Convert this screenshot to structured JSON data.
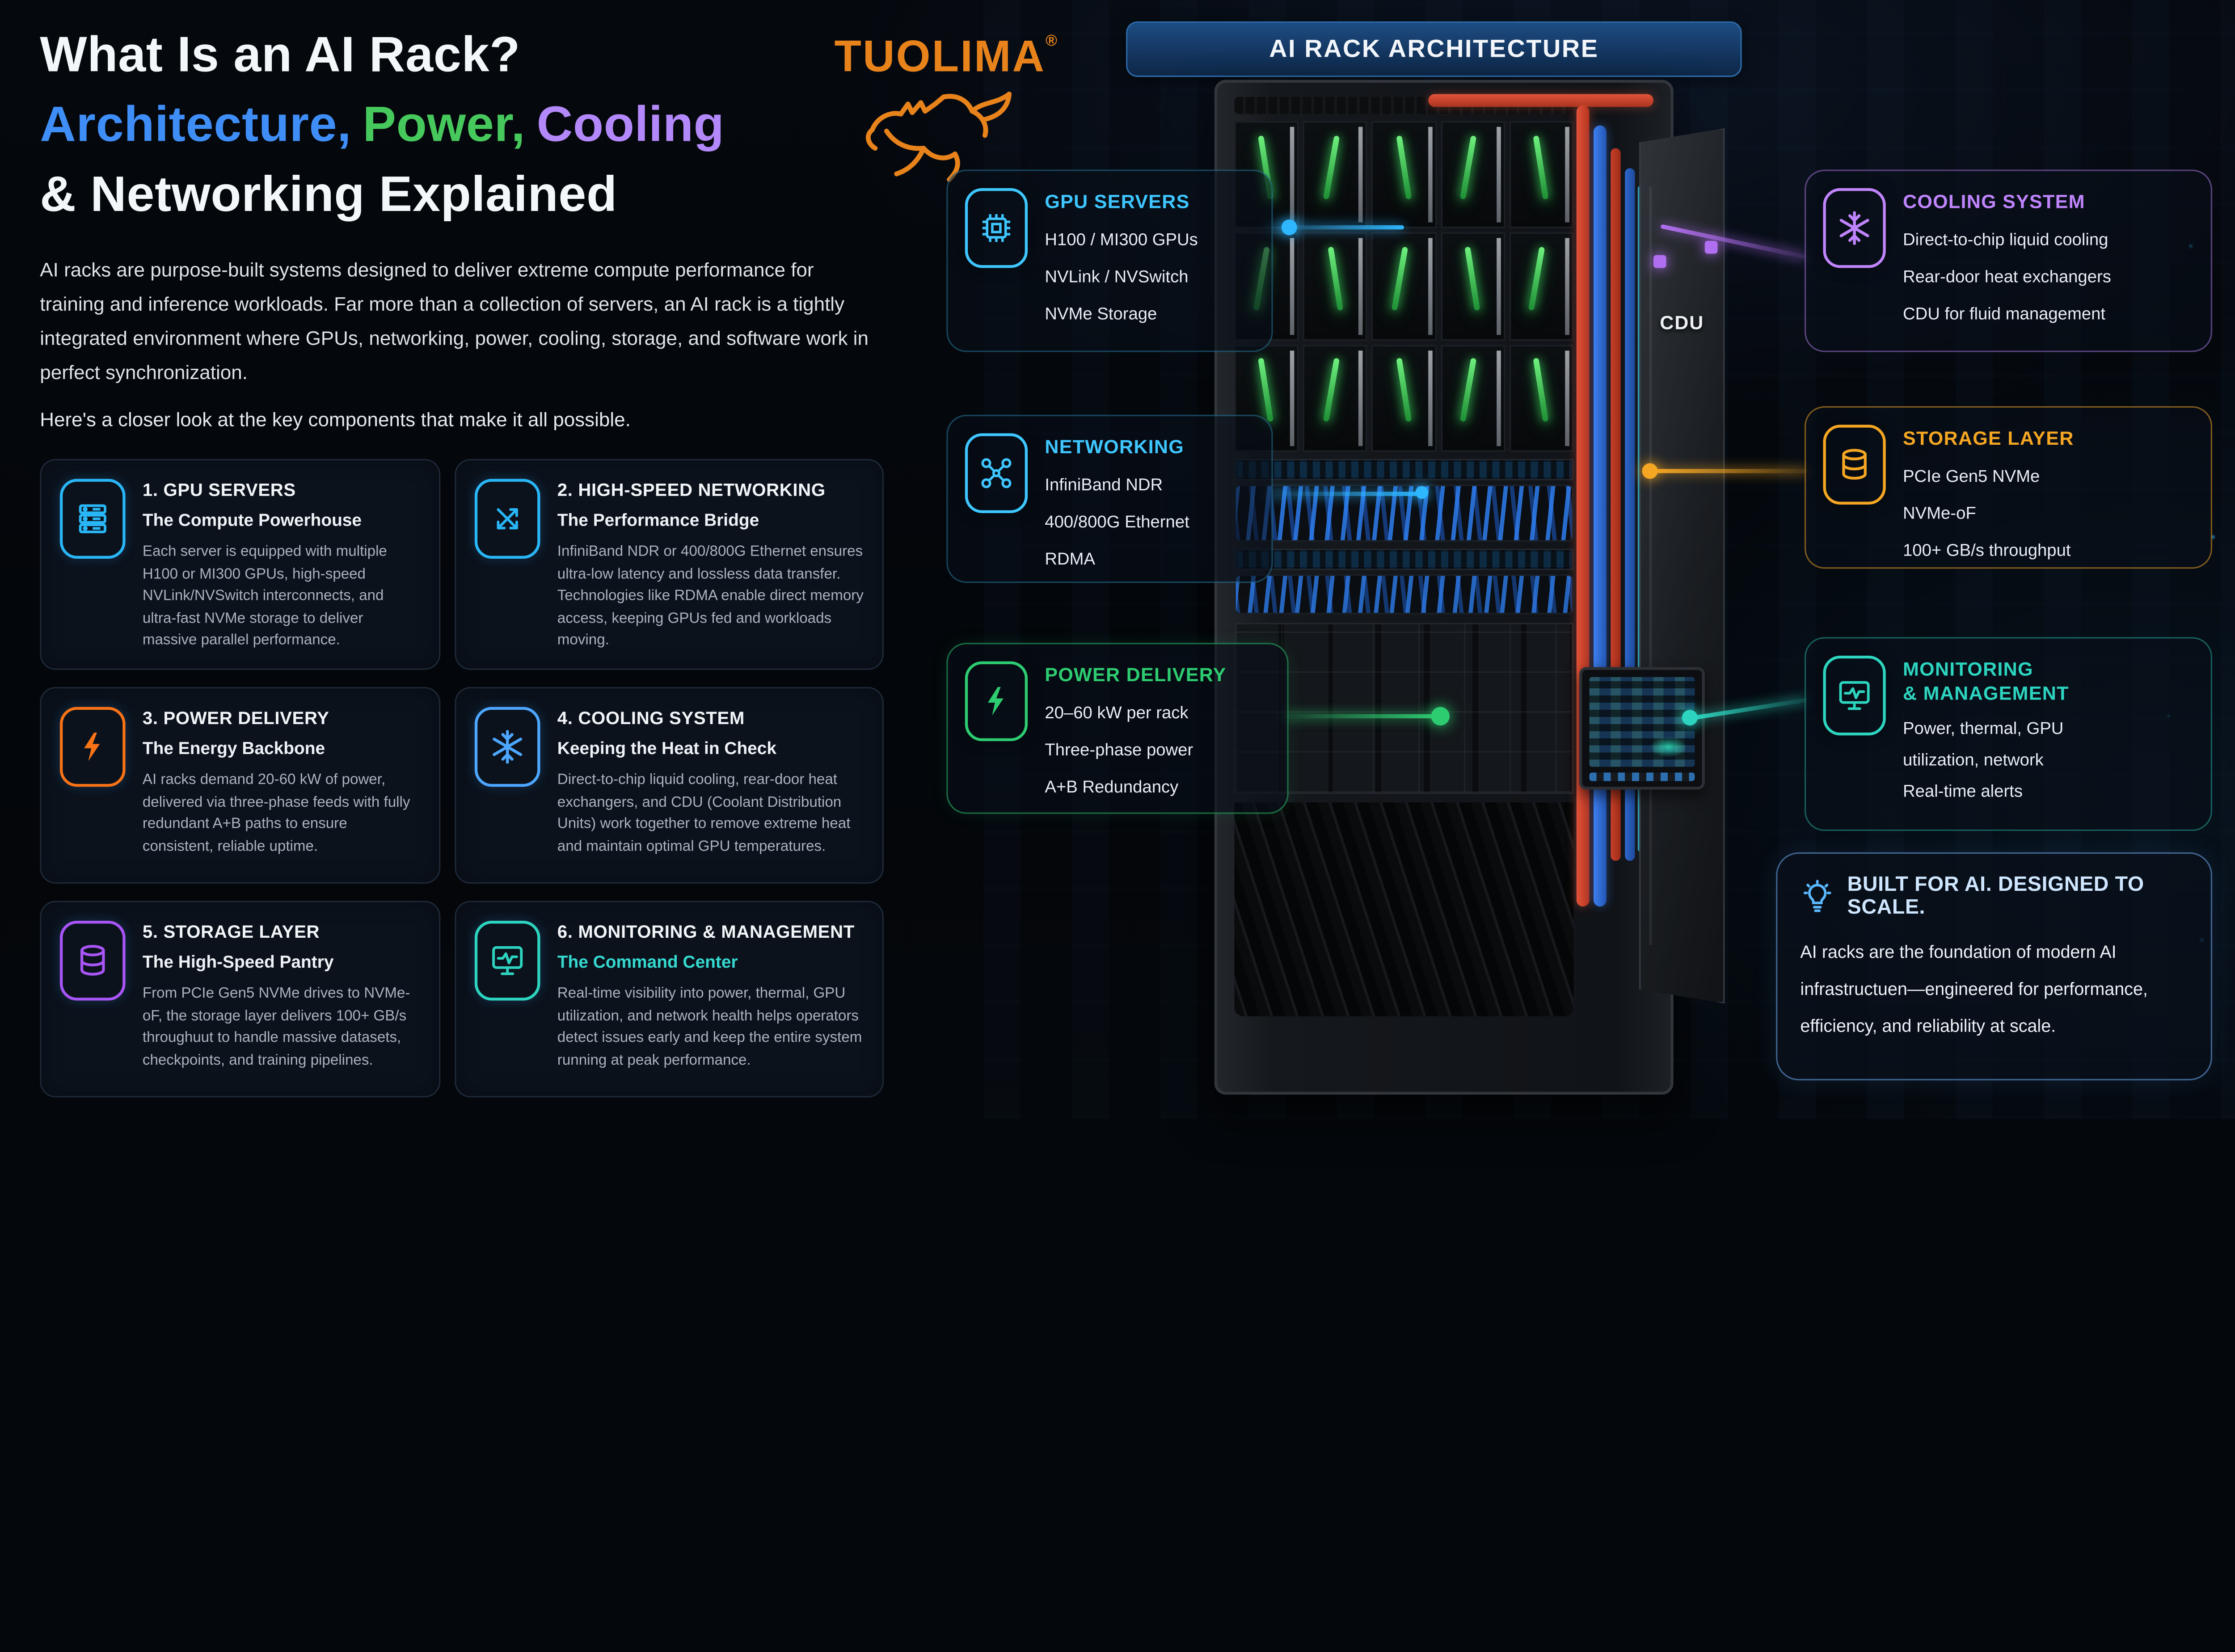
{
  "header": {
    "title_line1": "What Is an AI Rack?",
    "title_word_architecture": "Architecture,",
    "title_word_power": "Power,",
    "title_word_cooling": "Cooling",
    "title_line3": "& Networking Explained",
    "intro": "AI racks are purpose-built systems designed to deliver extreme compute performance for training and inference workloads. Far more than a collection of servers, an AI rack is a tightly integrated environment where GPUs, networking, power, cooling, storage, and software work in perfect synchronization.",
    "closer_look": "Here's a closer look at the key components that make it all possible."
  },
  "brand": {
    "name": "TUOLIMA",
    "registered": "®",
    "logo": "horse-icon",
    "color": "#e8831c"
  },
  "diagram": {
    "banner": "AI RACK ARCHITECTURE",
    "cdu_label": "CDU"
  },
  "cards": [
    {
      "title": "1. GPU SERVERS",
      "subtitle": "The Compute Powerhouse",
      "body": "Each server is equipped with multiple H100 or MI300 GPUs, high-speed NVLink/NVSwitch interconnects, and ultra-fast NVMe storage to deliver massive parallel performance.",
      "accent": "#29b6f6",
      "icon": "server-stack-icon"
    },
    {
      "title": "2. HIGH-SPEED NETWORKING",
      "subtitle": "The Performance Bridge",
      "body": "InfiniBand NDR or 400/800G Ethernet ensures ultra-low latency and lossless data transfer. Technologies like RDMA enable direct memory access, keeping GPUs fed and workloads moving.",
      "accent": "#29b6f6",
      "icon": "crossed-arrows-icon"
    },
    {
      "title": "3. POWER DELIVERY",
      "subtitle": "The Energy Backbone",
      "body": "AI racks demand 20-60 kW of power, delivered via three-phase feeds with fully redundant A+B paths to ensure consistent, reliable uptime.",
      "accent": "#f97316",
      "icon": "lightning-icon"
    },
    {
      "title": "4. COOLING SYSTEM",
      "subtitle": "Keeping the Heat in Check",
      "body": "Direct-to-chip liquid cooling, rear-door heat exchangers, and CDU (Coolant Distribution Units) work together to remove extreme heat and maintain optimal GPU temperatures.",
      "accent": "#4da6ff",
      "icon": "snowflake-icon"
    },
    {
      "title": "5. STORAGE LAYER",
      "subtitle": "The High-Speed Pantry",
      "body": "From PCIe Gen5 NVMe drives to NVMe-oF, the storage layer delivers 100+ GB/s throughuut to handle massive datasets, checkpoints, and training pipelines.",
      "accent": "#a855f7",
      "icon": "database-icon"
    },
    {
      "title": "6. MONITORING & MANAGEMENT",
      "subtitle": "The Command Center",
      "body": "Real-time visibility into power, thermal, GPU utilization, and network health helps operators detect issues early and keep the entire system running at peak performance.",
      "accent": "#2dd4bf",
      "icon": "monitor-pulse-icon"
    }
  ],
  "left_callouts": [
    {
      "title": "GPU SERVERS",
      "lines": [
        "H100 / MI300 GPUs",
        "NVLink / NVSwitch",
        "NVMe Storage"
      ],
      "accent": "#3ec6ff",
      "icon": "chip-icon"
    },
    {
      "title": "NETWORKING",
      "lines": [
        "InfiniBand NDR",
        "400/800G Ethernet",
        "RDMA"
      ],
      "accent": "#3ec6ff",
      "icon": "network-nodes-icon"
    },
    {
      "title": "POWER DELIVERY",
      "lines": [
        "20–60 kW per rack",
        "Three-phase power",
        "A+B Redundancy"
      ],
      "accent": "#2ecc71",
      "icon": "lightning-icon"
    }
  ],
  "right_callouts": [
    {
      "title": "COOLING SYSTEM",
      "lines": [
        "Direct-to-chip liquid cooling",
        "Rear-door heat exchangers",
        "CDU for fluid management"
      ],
      "accent": "#c084fc",
      "icon": "snowflake-icon"
    },
    {
      "title": "STORAGE LAYER",
      "lines": [
        "PCIe Gen5 NVMe",
        "NVMe-oF",
        "100+ GB/s throughput"
      ],
      "accent": "#f5a623",
      "icon": "database-icon"
    },
    {
      "title_line1": "MONITORING",
      "title_line2": "& MANAGEMENT",
      "lines": [
        "Power, thermal, GPU",
        "utilization, network",
        "Real-time alerts"
      ],
      "accent": "#2dd4bf",
      "icon": "monitor-pulse-icon"
    }
  ],
  "footer_box": {
    "title": "BUILT FOR AI. DESIGNED TO SCALE.",
    "body": "AI racks are the foundation of modern AI infrastructuen—engineered for performance, efficiency, and reliability at scale.",
    "accent": "#5ab8ff",
    "icon": "lightbulb-icon"
  }
}
